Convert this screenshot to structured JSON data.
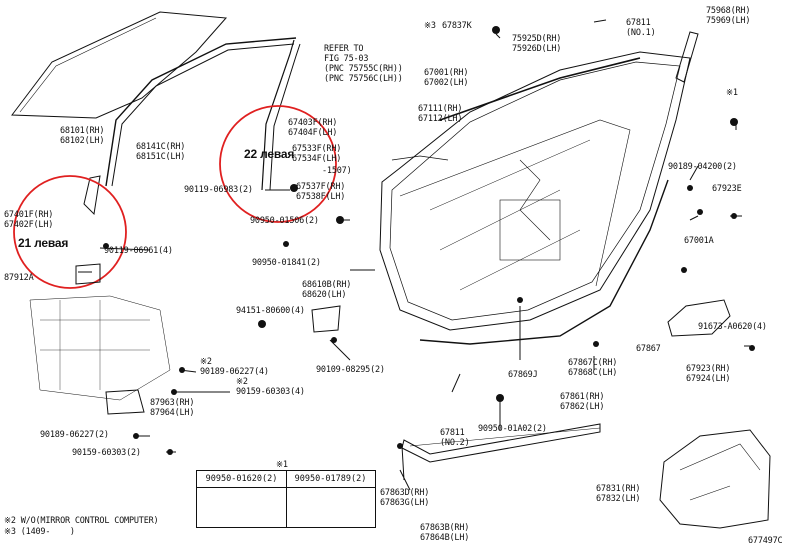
{
  "diagram_code": "677497C",
  "refer_note": [
    "REFER TO",
    "FIG 75-03",
    "(PNC 75755C(RH))",
    "(PNC 75756C(LH))"
  ],
  "annotations": [
    "21 левая",
    "22 левая"
  ],
  "footnotes": [
    "※2 W/O(MIRROR CONTROL COMPUTER)",
    "※3 (1409-    )"
  ],
  "table": {
    "mark": "※1",
    "headers": [
      "90950-01620(2)",
      "90950-01789(2)"
    ]
  },
  "labels": [
    "68101(RH)",
    "68102(LH)",
    "68141C(RH)",
    "68151C(LH)",
    "67401F(RH)",
    "67402F(LH)",
    "90119-06961(4)",
    "87912A",
    "67403F(RH)",
    "67404F(LH)",
    "67533F(RH)",
    "67534F(LH)",
    "-1507)",
    "90119-06983(2)",
    "67537F(RH)",
    "67538F(LH)",
    "90950-01506(2)",
    "90950-01841(2)",
    "68610B(RH)",
    "68620(LH)",
    "94151-80600(4)",
    "90109-08295(2)",
    "※2",
    "90189-06227(4)",
    "※2",
    "90159-60303(4)",
    "87963(RH)",
    "87964(LH)",
    "90189-06227(2)",
    "90159-60303(2)",
    "※3",
    "67837K",
    "67001(RH)",
    "67002(LH)",
    "67111(RH)",
    "67112(LH)",
    "75925D(RH)",
    "75926D(LH)",
    "67811",
    "(NO.1)",
    "75968(RH)",
    "75969(LH)",
    "※1",
    "90189-04200(2)",
    "67923E",
    "67001A",
    "91673-A0620(4)",
    "67867",
    "67923(RH)",
    "67924(LH)",
    "67869J",
    "67867C(RH)",
    "67868C(LH)",
    "67861(RH)",
    "67862(LH)",
    "67811",
    "(NO.2)",
    "90950-01A02(2)",
    "67863D(RH)",
    "67863G(LH)",
    "67863B(RH)",
    "67864B(LH)",
    "67831(RH)",
    "67832(LH)"
  ]
}
